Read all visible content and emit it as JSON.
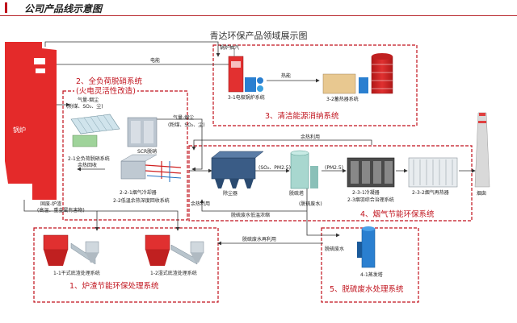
{
  "header": {
    "title": "公司产品线示意图"
  },
  "diagram": {
    "title": "青达环保产品领域展示图",
    "boiler": "锅炉",
    "chimney": "烟囱",
    "systems": {
      "s1": "1、炉渣节能环保处理系统",
      "s2": "2、全负荷脱硝系统",
      "s2b": "(火电灵活性改造)",
      "s3": "3、清洁能源消纳系统",
      "s4": "4、烟气节能环保系统",
      "s5": "5、脱硫废水处理系统"
    },
    "labels": {
      "electric": "电能",
      "boiler_steam": "锅炉抽汽",
      "heat": "热能",
      "heat_use": "余热利用",
      "flue_gas_dust": "气量-烟尘",
      "flue_gas_comp": "(粉煤、SO₂、尘)",
      "flue_gas_dust2": "气量-烟尘",
      "flue_gas_comp2": "(粉煤、SO₂、尘)",
      "waste_heat_recovery": "余热回收",
      "waste_heat_use": "余热利用",
      "slag": "固废-炉渣",
      "slag_comp": "(高温、重金属有害物)",
      "so2_pm25_a": "(SO₂、PM2.5)",
      "so2_pm25_b": "(PM2.5)",
      "desulf_water": "脱硫废水",
      "desulf_water_dense": "(脱硫废水)",
      "low_temp_conc": "脱硫废水低温浓缩",
      "desulf_reuse": "脱硫废水再利用",
      "desulf_water2": "脱硫废水",
      "scr": "SCR脱硝",
      "dust_rm": "除尘器",
      "desulf_tower": "脱硫塔"
    },
    "equipment": {
      "e2_1": "2-1全负荷脱硝系统",
      "e2_2_1": "2-2-1烟气冷却器",
      "e2_2": "2-2低温余热深度回收系统",
      "e3_1": "3-1电极锅炉系统",
      "e3_2": "3-2蓄热器系统",
      "e2_3_1": "2-3-1冷凝器",
      "e2_3_2": "2-3-2烟气再热器",
      "e2_3": "2-3烟羽综合治理系统",
      "e1_1": "1-1干式底渣处理系统",
      "e1_2": "1-2湿式底渣处理系统",
      "e4_1": "4-1蒸发塔"
    }
  }
}
